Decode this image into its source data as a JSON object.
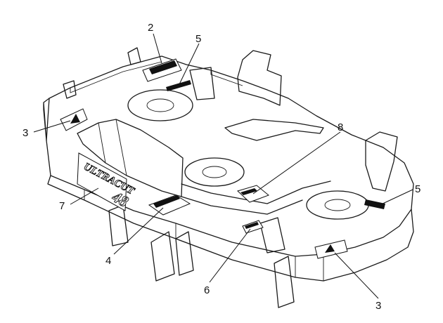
{
  "callouts": [
    {
      "id": "c2",
      "label": "2"
    },
    {
      "id": "c5a",
      "label": "5"
    },
    {
      "id": "c3a",
      "label": "3"
    },
    {
      "id": "c8",
      "label": "8"
    },
    {
      "id": "c7",
      "label": "7"
    },
    {
      "id": "c5b",
      "label": "5"
    },
    {
      "id": "c4",
      "label": "4"
    },
    {
      "id": "c6",
      "label": "6"
    },
    {
      "id": "c3b",
      "label": "3"
    }
  ],
  "brand": {
    "name": "ULTRACUT",
    "size": "48"
  },
  "colors": {
    "line": "#1a1a1a",
    "decal_dark": "#111111",
    "background": "#ffffff"
  }
}
